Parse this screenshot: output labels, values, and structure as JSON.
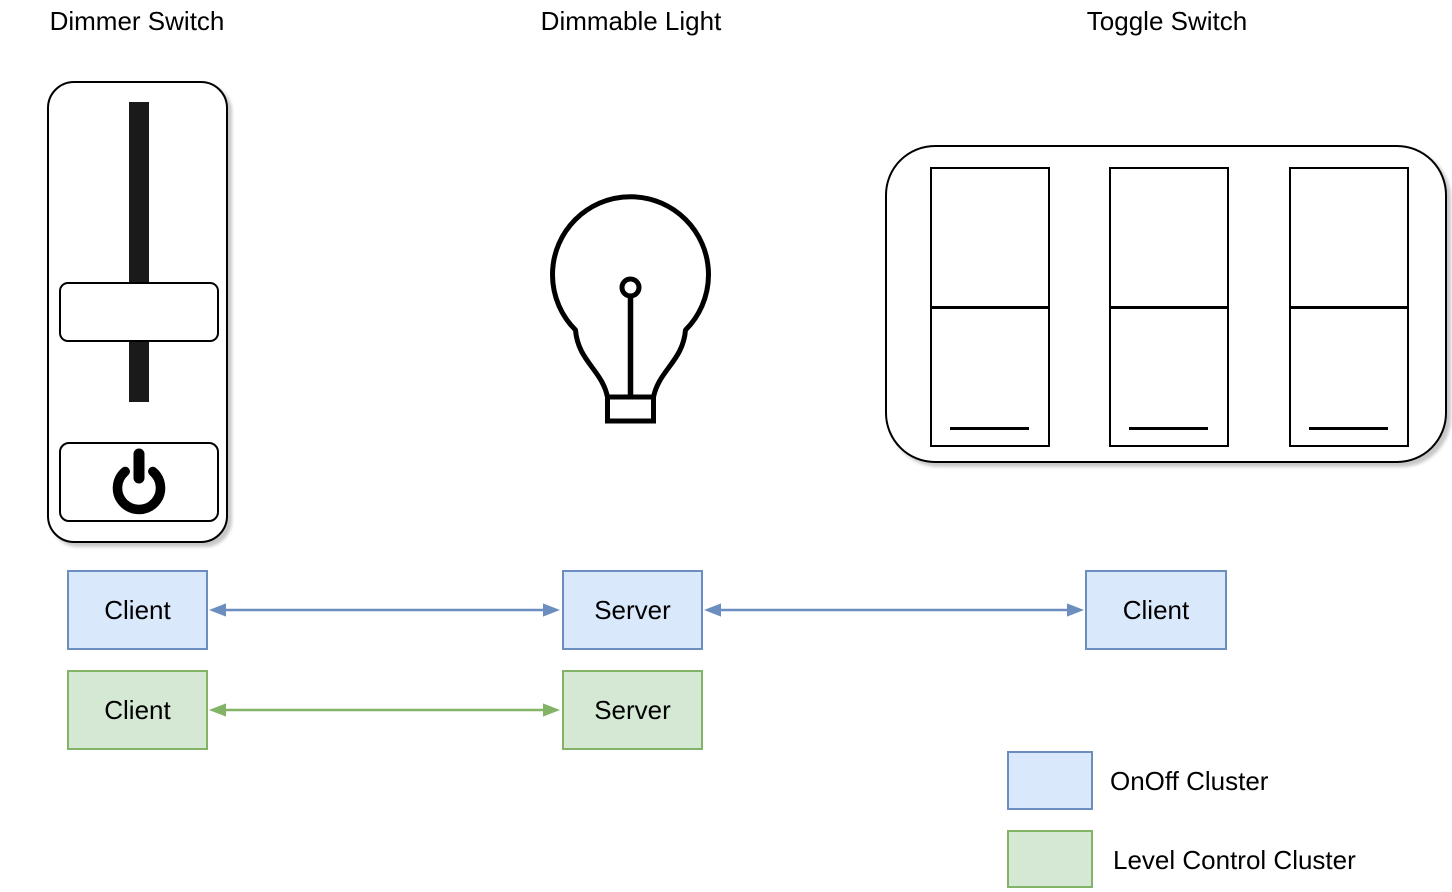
{
  "titles": {
    "dimmer": "Dimmer Switch",
    "light": "Dimmable Light",
    "toggle": "Toggle Switch"
  },
  "rows": {
    "onoff": {
      "dimmer": "Client",
      "light": "Server",
      "toggle": "Client"
    },
    "level": {
      "dimmer": "Client",
      "light": "Server"
    }
  },
  "legend": {
    "onoff": {
      "label": "OnOff Cluster",
      "fill": "#dae8fc",
      "stroke": "#6c8ebf"
    },
    "level": {
      "label": "Level Control Cluster",
      "fill": "#d5e8d4",
      "stroke": "#82b366"
    }
  },
  "colors": {
    "background": "#ffffff",
    "shape_stroke": "#000000",
    "slider_bar": "#1a1a1a"
  },
  "icons": {
    "dimmer": "slider-with-power-button-icon",
    "light": "light-bulb-icon",
    "toggle": "three-rocker-switch-icon",
    "power": "power-symbol-icon"
  }
}
